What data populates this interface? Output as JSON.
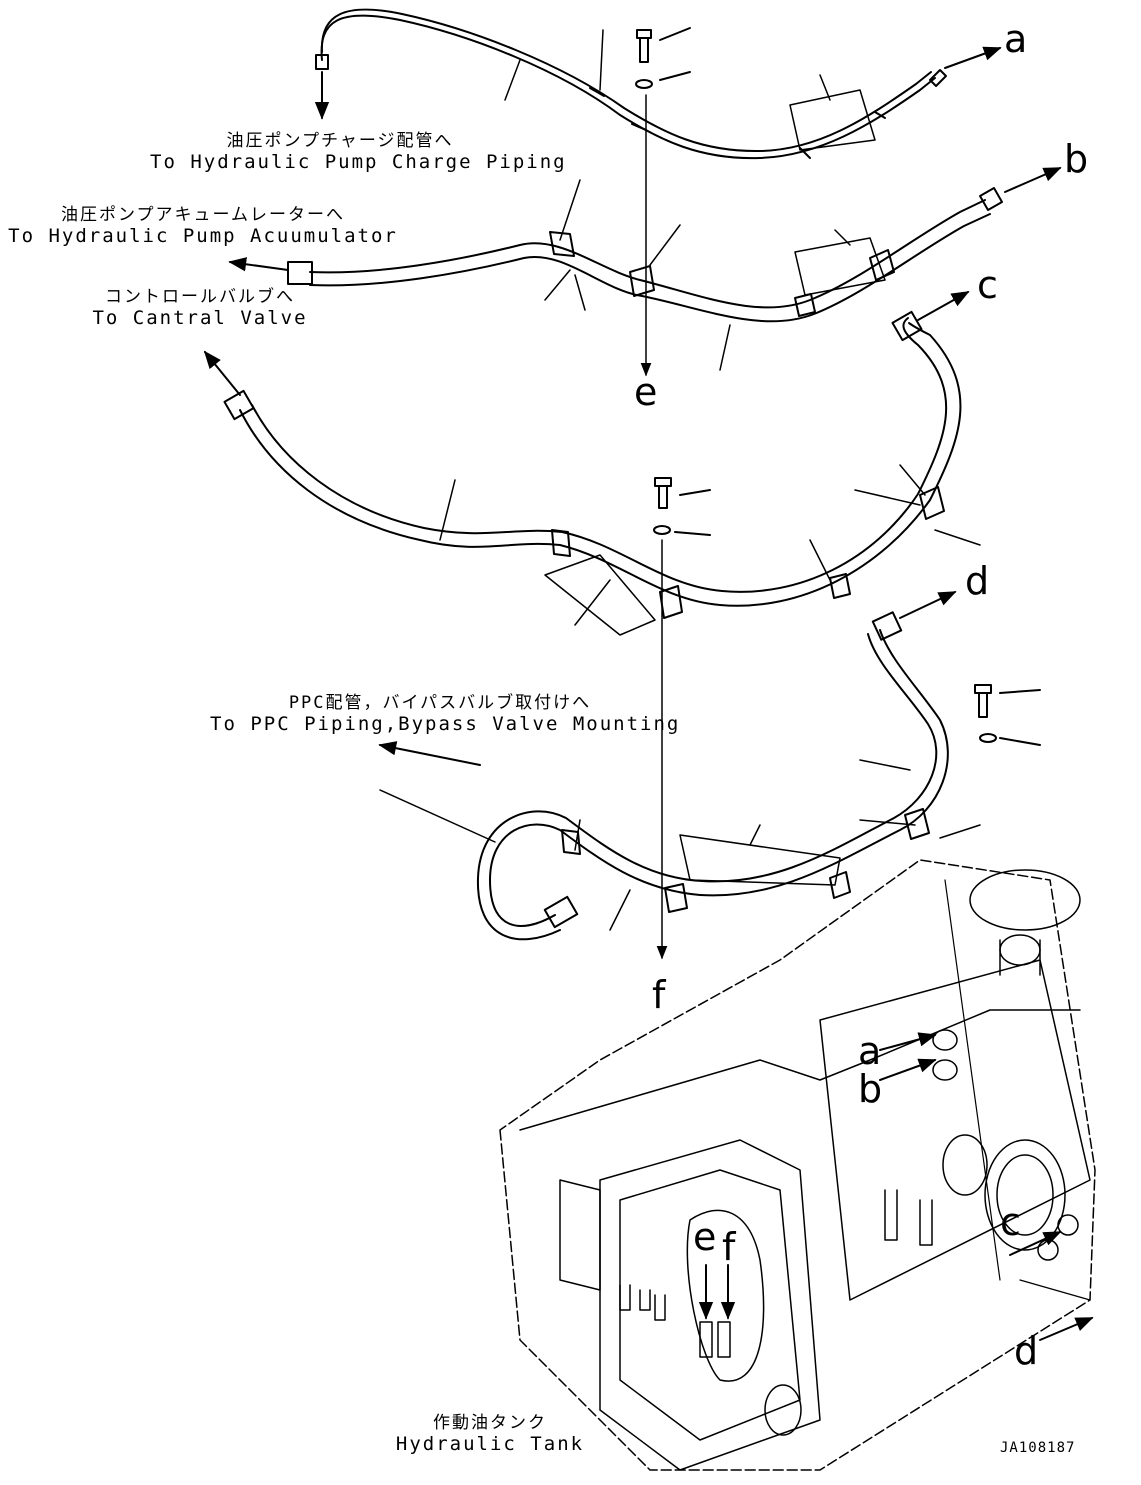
{
  "labels": {
    "charge": {
      "ja": "油圧ポンプチャージ配管へ",
      "en": "To Hydraulic Pump Charge Piping"
    },
    "accumulator": {
      "ja": "油圧ポンプアキュームレーターへ",
      "en": "To Hydraulic Pump Acuumulator"
    },
    "control_valve": {
      "ja": "コントロールバルブへ",
      "en": "To Cantral Valve"
    },
    "ppc": {
      "ja": "PPC配管，バイパスバルブ取付けへ",
      "en": "To PPC Piping,Bypass Valve Mounting"
    },
    "tank": {
      "ja": "作動油タンク",
      "en": "Hydraulic Tank"
    }
  },
  "connection_letters": {
    "a_top": "a",
    "b_top": "b",
    "c_top": "c",
    "d_top": "d",
    "e_top": "e",
    "f_top": "f",
    "a_tank": "a",
    "b_tank": "b",
    "c_tank": "c",
    "d_tank": "d",
    "e_tank": "e",
    "f_tank": "f"
  },
  "drawing_ref": "JA108187"
}
